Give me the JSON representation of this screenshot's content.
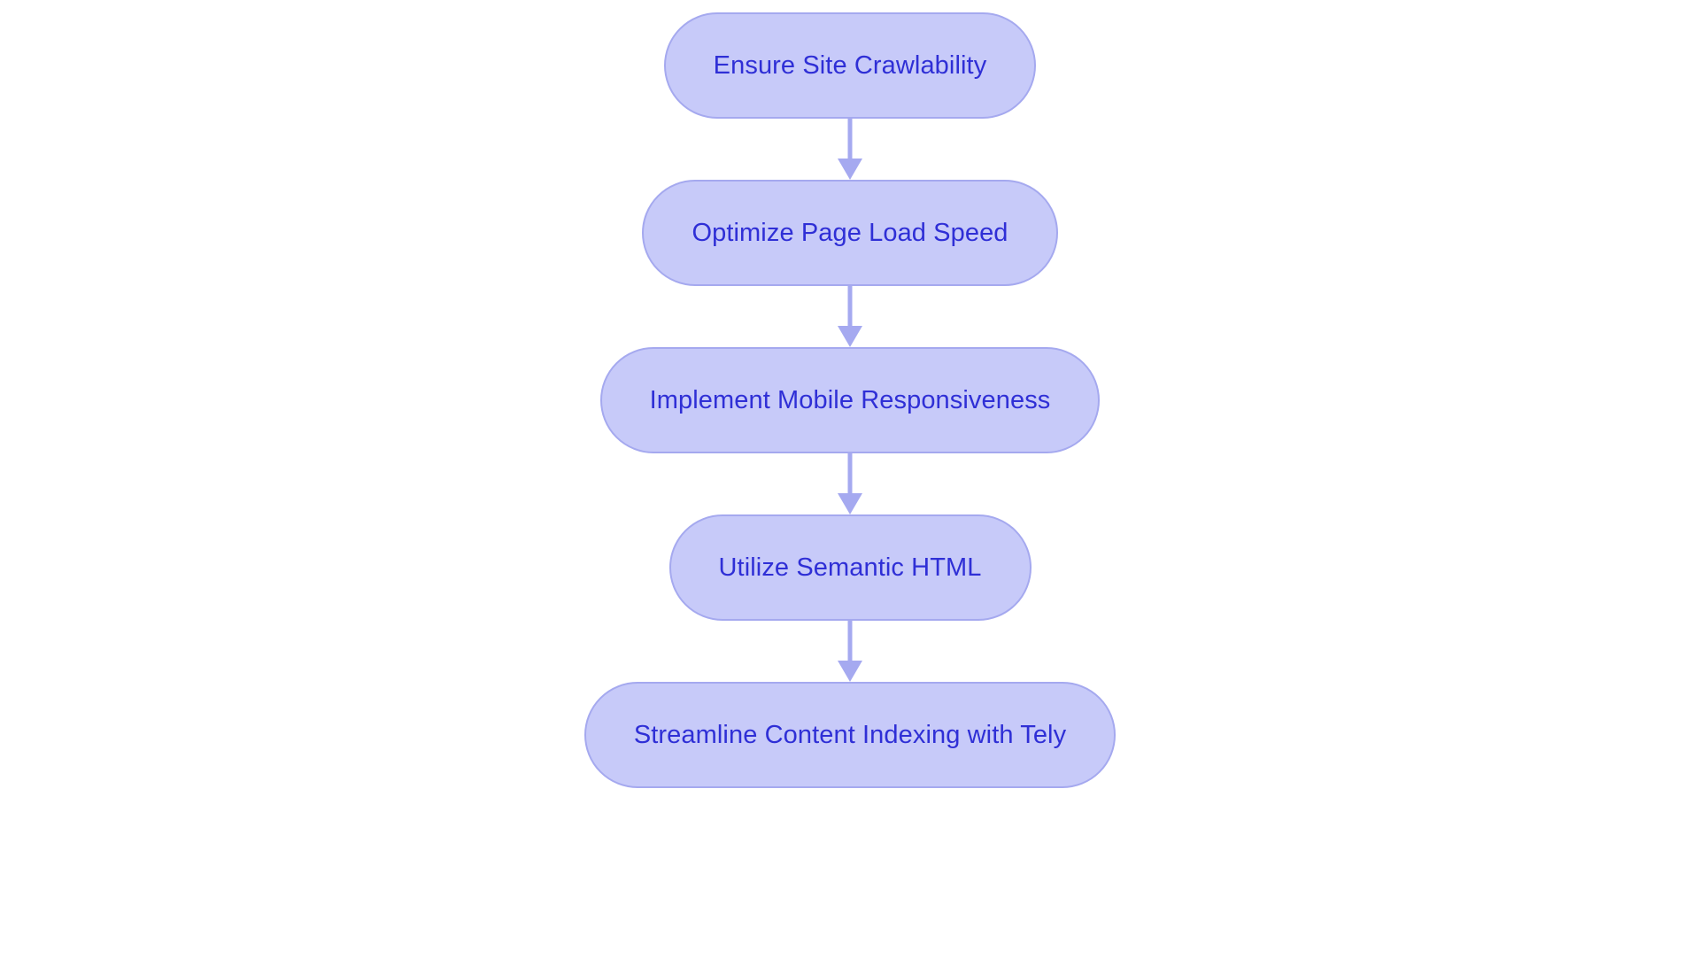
{
  "chart_data": {
    "type": "diagram",
    "diagram_kind": "flowchart",
    "orientation": "top-to-bottom",
    "title": "",
    "nodes": [
      {
        "id": "n1",
        "label": "Ensure Site Crawlability",
        "shape": "stadium"
      },
      {
        "id": "n2",
        "label": "Optimize Page Load Speed",
        "shape": "stadium"
      },
      {
        "id": "n3",
        "label": "Implement Mobile Responsiveness",
        "shape": "stadium"
      },
      {
        "id": "n4",
        "label": "Utilize Semantic HTML",
        "shape": "stadium"
      },
      {
        "id": "n5",
        "label": "Streamline Content Indexing with Tely",
        "shape": "stadium"
      }
    ],
    "edges": [
      {
        "from": "n1",
        "to": "n2",
        "label": "",
        "arrow": "single"
      },
      {
        "from": "n2",
        "to": "n3",
        "label": "",
        "arrow": "single"
      },
      {
        "from": "n3",
        "to": "n4",
        "label": "",
        "arrow": "single"
      },
      {
        "from": "n4",
        "to": "n5",
        "label": "",
        "arrow": "single"
      }
    ],
    "legend": [],
    "colors": {
      "node_fill": "#c7caf9",
      "node_border": "#a5a9ef",
      "node_text": "#2f2fd6",
      "edge": "#a5a9f0",
      "background": "#ffffff"
    }
  },
  "diagram": {
    "background": "#ffffff",
    "node_fill": "#c7caf9",
    "node_border": "#a5a9ef",
    "node_text_color": "#2f2fd6",
    "edge_color": "#a5a9f0",
    "nodes": [
      {
        "label": "Ensure Site Crawlability"
      },
      {
        "label": "Optimize Page Load Speed"
      },
      {
        "label": "Implement Mobile Responsiveness"
      },
      {
        "label": "Utilize Semantic HTML"
      },
      {
        "label": "Streamline Content Indexing with Tely"
      }
    ]
  }
}
